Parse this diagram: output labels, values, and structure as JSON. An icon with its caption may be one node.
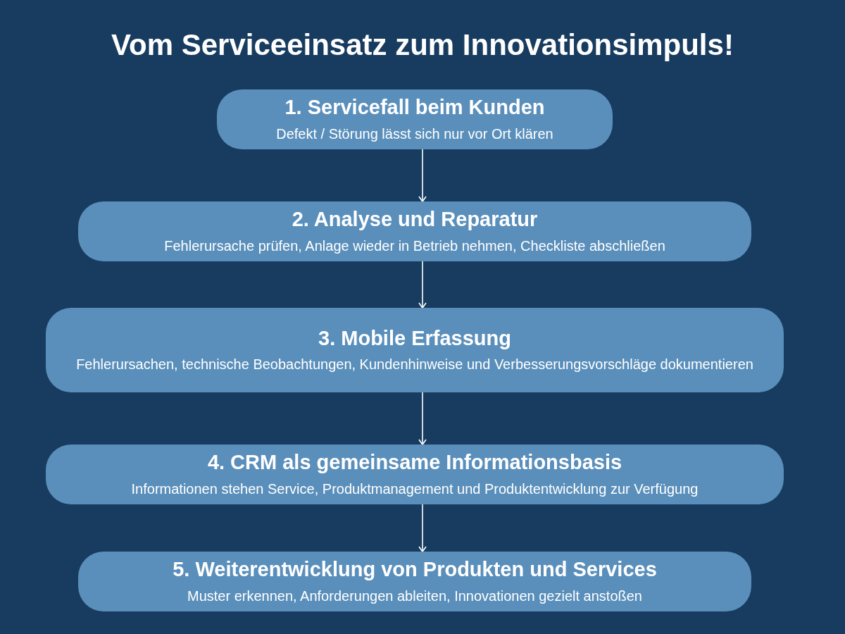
{
  "diagram": {
    "title": "Vom Serviceeinsatz zum Innovationsimpuls!",
    "nodes": [
      {
        "text": [
          "1. Servicefall beim Kunden",
          "Defekt / Störung lässt sich nur vor Ort klären"
        ]
      },
      {
        "text": [
          "2. Analyse und Reparatur",
          "Fehlerursache prüfen, Anlage wieder in Betrieb nehmen, Checkliste abschließen"
        ]
      },
      {
        "text": [
          "3. Mobile Erfassung",
          "Fehlerursachen, technische Beobachtungen, Kundenhinweise und Verbesserungsvorschläge dokumentieren"
        ]
      },
      {
        "text": [
          "4. CRM als gemeinsame Informationsbasis",
          "Informationen stehen Service, Produktmanagement und Produktentwicklung zur Verfügung"
        ]
      },
      {
        "text": [
          "5. Weiterentwicklung von Produkten und Services",
          "Muster erkennen, Anforderungen ableiten, Innovationen gezielt anstoßen"
        ]
      }
    ],
    "edges": [
      {
        "from": 0,
        "to": 1,
        "arrow": "to"
      },
      {
        "from": 1,
        "to": 2,
        "arrow": "to"
      },
      {
        "from": 2,
        "to": 3,
        "arrow": "to"
      },
      {
        "from": 3,
        "to": 4,
        "arrow": "to"
      }
    ]
  }
}
